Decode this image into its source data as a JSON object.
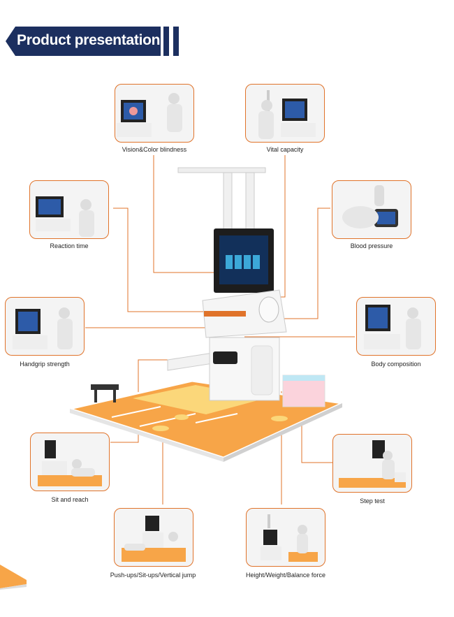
{
  "header": {
    "title": "Product presentation"
  },
  "features": [
    {
      "id": "vision",
      "label": "Vision&Color blindness"
    },
    {
      "id": "vital",
      "label": "Vital capacity"
    },
    {
      "id": "reaction",
      "label": "Reaction time"
    },
    {
      "id": "blood",
      "label": "Blood pressure"
    },
    {
      "id": "handgrip",
      "label": "Handgrip strength"
    },
    {
      "id": "body",
      "label": "Body composition"
    },
    {
      "id": "sitreach",
      "label": "Sit and reach"
    },
    {
      "id": "steptest",
      "label": "Step test"
    },
    {
      "id": "pushups",
      "label": "Push-ups/Sit-ups/Vertical jump"
    },
    {
      "id": "height",
      "label": "Height/Weight/Balance force"
    }
  ],
  "colors": {
    "accent": "#e0732a",
    "navy": "#1c2f5f",
    "floor": "#f0a040"
  }
}
